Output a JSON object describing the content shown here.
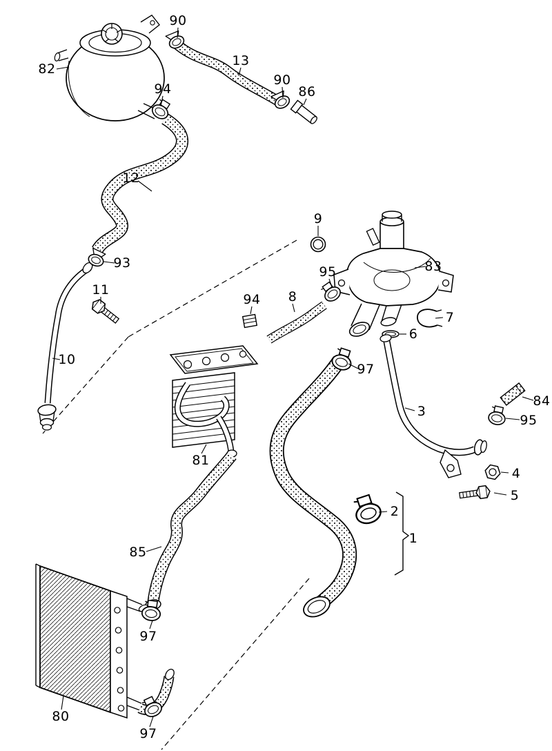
{
  "page": {
    "background": "#ffffff",
    "line_color": "#000000"
  },
  "callouts": [
    {
      "part": "90"
    },
    {
      "part": "82"
    },
    {
      "part": "13"
    },
    {
      "part": "90"
    },
    {
      "part": "86"
    },
    {
      "part": "94"
    },
    {
      "part": "12"
    },
    {
      "part": "93"
    },
    {
      "part": "11"
    },
    {
      "part": "10"
    },
    {
      "part": "9"
    },
    {
      "part": "95"
    },
    {
      "part": "83"
    },
    {
      "part": "8"
    },
    {
      "part": "94"
    },
    {
      "part": "7"
    },
    {
      "part": "6"
    },
    {
      "part": "97"
    },
    {
      "part": "3"
    },
    {
      "part": "84"
    },
    {
      "part": "95"
    },
    {
      "part": "4"
    },
    {
      "part": "5"
    },
    {
      "part": "2"
    },
    {
      "part": "1"
    },
    {
      "part": "81"
    },
    {
      "part": "85"
    },
    {
      "part": "97"
    },
    {
      "part": "80"
    },
    {
      "part": "97"
    }
  ]
}
